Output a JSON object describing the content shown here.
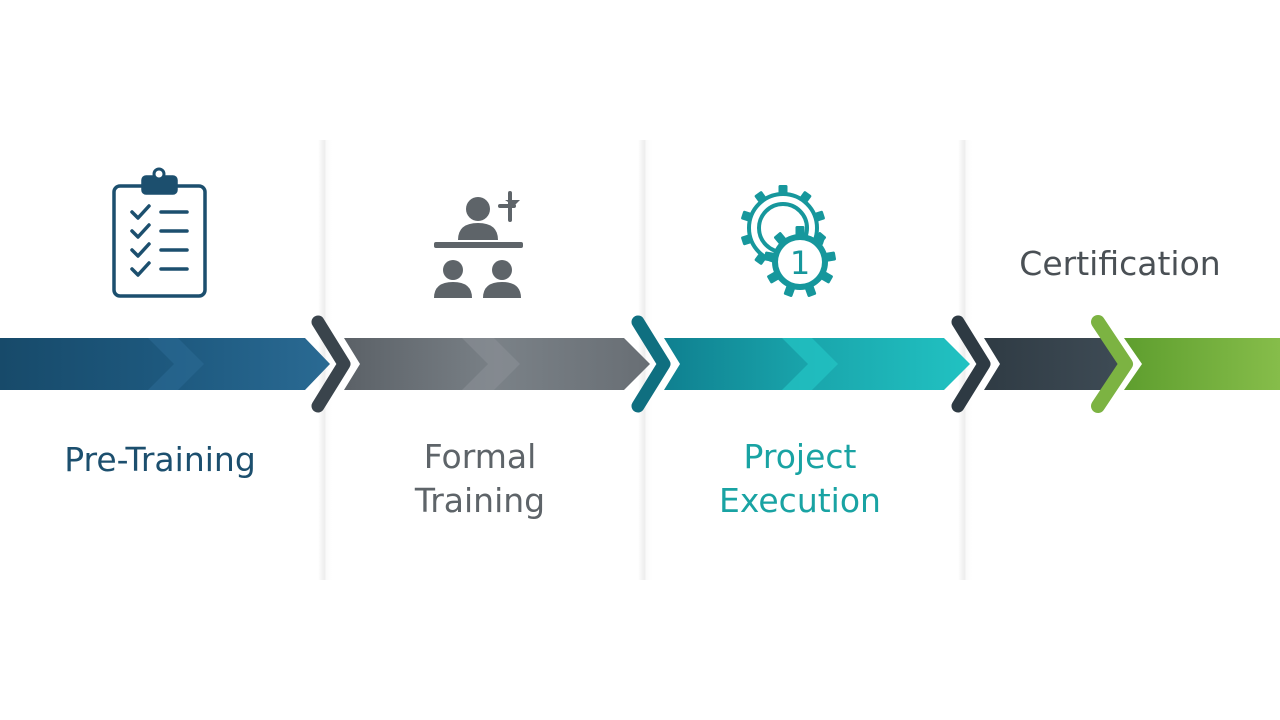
{
  "stages": [
    {
      "icon": "clipboard-checklist-icon",
      "lines": [
        "Pre-Training"
      ],
      "color": "#1c4f6e"
    },
    {
      "icon": "classroom-presentation-icon",
      "lines": [
        "Formal",
        "Training"
      ],
      "color": "#5e6469"
    },
    {
      "icon": "gears-number-one-icon",
      "lines": [
        "Project",
        "Execution"
      ],
      "color": "#19a3a3"
    },
    {
      "icon": "",
      "lines": [
        "Certification"
      ],
      "color": "#4a5055"
    }
  ],
  "colors": {
    "pre_training": "#1c4f6e",
    "formal_training": "#5e6469",
    "project_execution": "#19a3a3",
    "certification_arrow": "#3c4750",
    "final_arrow": "#7cb342"
  },
  "gear_badge": "1"
}
